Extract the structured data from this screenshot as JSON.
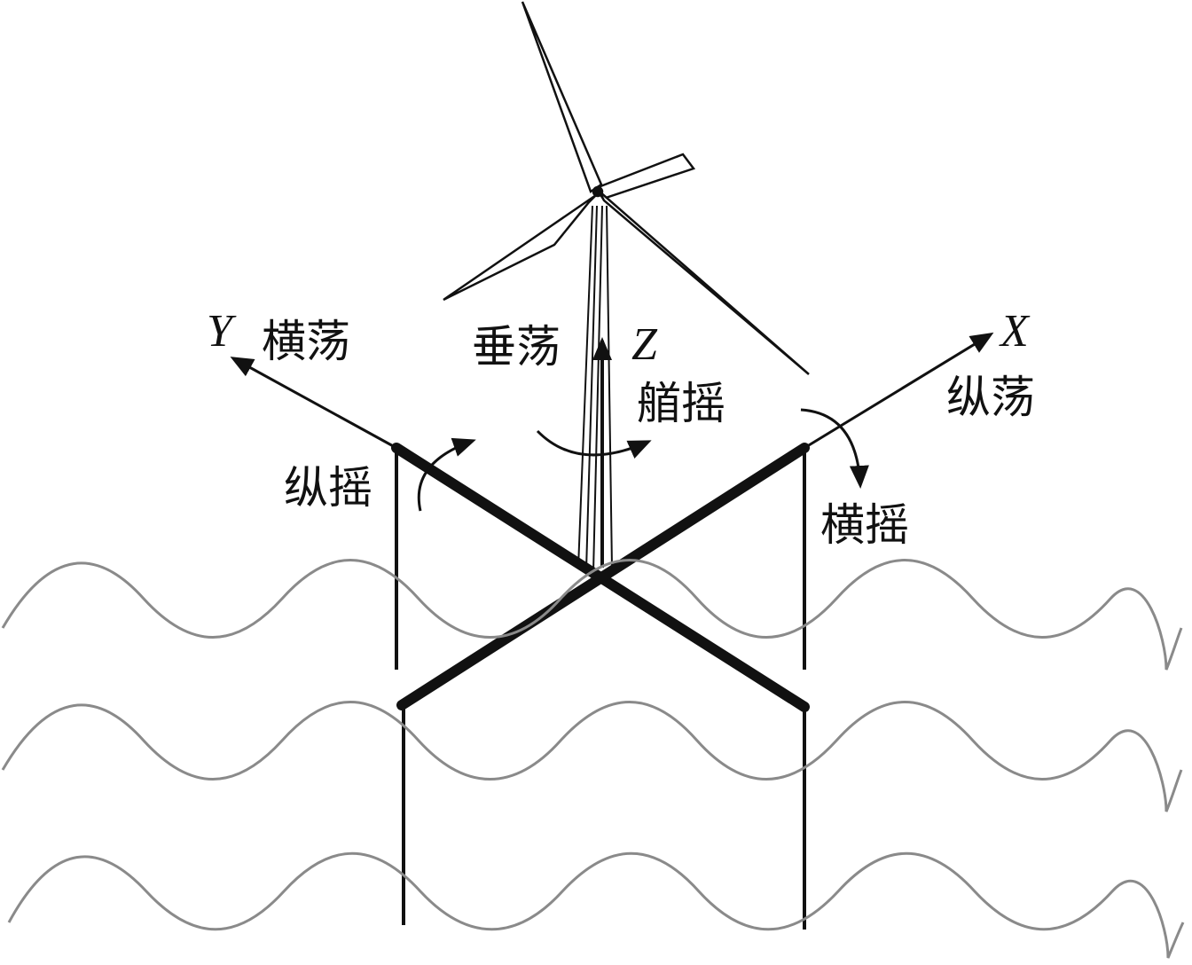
{
  "axes": {
    "y": "Y",
    "z": "Z",
    "x": "X"
  },
  "motions": {
    "sway": "横荡",
    "heave": "垂荡",
    "yaw": "艏摇",
    "surge": "纵荡",
    "pitch": "纵摇",
    "roll": "横摇"
  },
  "colors": {
    "stroke": "#111111",
    "wave": "#8a8a8a",
    "background": "#ffffff"
  }
}
